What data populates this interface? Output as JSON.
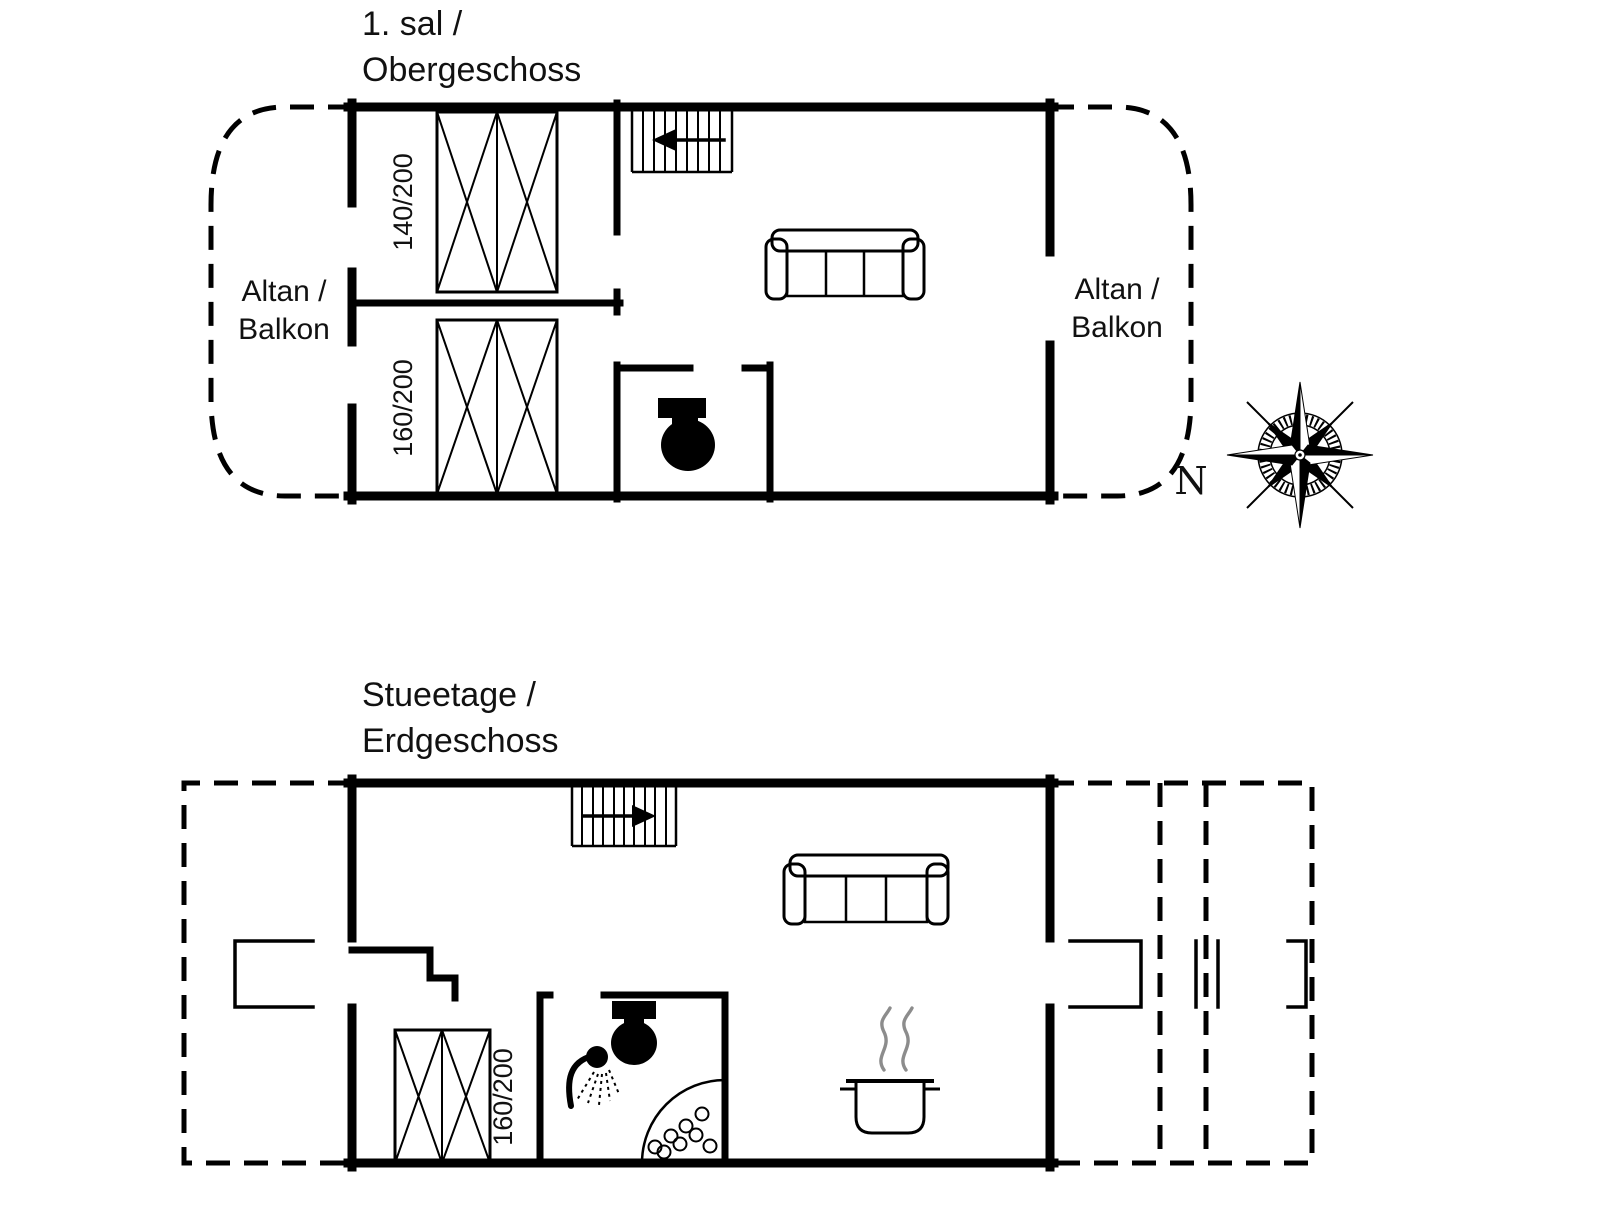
{
  "colors": {
    "line": "#000000",
    "background": "#ffffff",
    "steam": "#8c8c8c"
  },
  "upper_floor": {
    "title": {
      "line1": "1. sal /",
      "line2": "Obergeschoss"
    },
    "balcony_left": {
      "line1": "Altan /",
      "line2": "Balkon"
    },
    "balcony_right": {
      "line1": "Altan /",
      "line2": "Balkon"
    },
    "beds": [
      {
        "size": "140/200"
      },
      {
        "size": "160/200"
      }
    ]
  },
  "ground_floor": {
    "title": {
      "line1": "Stueetage /",
      "line2": "Erdgeschoss"
    },
    "beds": [
      {
        "size": "160/200"
      }
    ]
  },
  "compass": {
    "north": "N"
  }
}
